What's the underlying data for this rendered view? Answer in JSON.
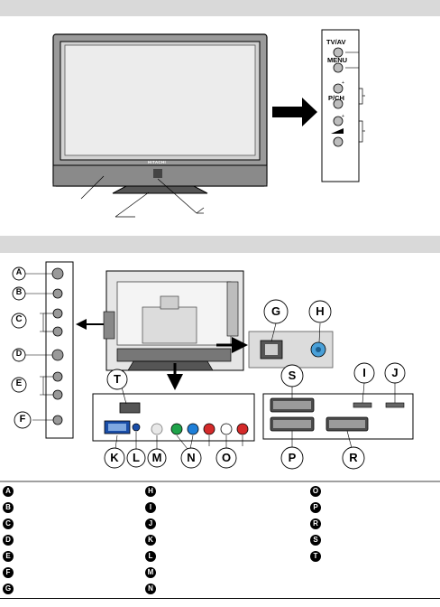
{
  "tv": {
    "brand": "HITACHI"
  },
  "side_panel": {
    "tv_av_label": "TV/AV",
    "menu_label": "MENU",
    "pch_label": "P/CH"
  },
  "side_jack_letters": [
    "A",
    "B",
    "C",
    "D",
    "E",
    "F"
  ],
  "callout_letters": [
    "G",
    "H",
    "I",
    "J",
    "K",
    "L",
    "M",
    "N",
    "O",
    "P",
    "R",
    "S",
    "T"
  ],
  "legend": {
    "col1": [
      "A",
      "B",
      "C",
      "D",
      "E",
      "F",
      "G"
    ],
    "col2": [
      "H",
      "I",
      "J",
      "K",
      "L",
      "M",
      "N"
    ],
    "col3": [
      "O",
      "P",
      "R",
      "S",
      "T"
    ]
  }
}
